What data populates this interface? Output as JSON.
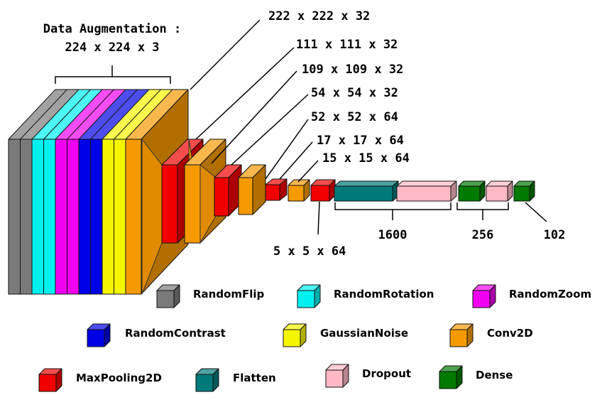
{
  "input": {
    "title": "Data Augmentation :",
    "dims": "224 x 224 x 3"
  },
  "shape_labels": [
    "222 x 222 x 32",
    "111 x 111 x 32",
    "109 x 109 x 32",
    "54 x 54 x 32",
    "52 x 52 x 64",
    "17 x 17 x 64",
    "15 x 15 x 64",
    "5 x 5 x 64"
  ],
  "dense_labels": [
    "1600",
    "256",
    "102"
  ],
  "colors": {
    "RandomFlip": "#7a7a7a",
    "RandomRotation": "#00f0f0",
    "RandomZoom": "#f000f0",
    "RandomContrast": "#0000e6",
    "GaussianNoise": "#f5f500",
    "Conv2D": "#f59a00",
    "MaxPooling2D": "#f00000",
    "Flatten": "#007a7a",
    "Dropout": "#ffb9c6",
    "Dense": "#007a00"
  },
  "legend": [
    {
      "label": "RandomFlip",
      "color_key": "RandomFlip"
    },
    {
      "label": "RandomRotation",
      "color_key": "RandomRotation"
    },
    {
      "label": "RandomZoom",
      "color_key": "RandomZoom"
    },
    {
      "label": "RandomContrast",
      "color_key": "RandomContrast"
    },
    {
      "label": "GaussianNoise",
      "color_key": "GaussianNoise"
    },
    {
      "label": "Conv2D",
      "color_key": "Conv2D"
    },
    {
      "label": "MaxPooling2D",
      "color_key": "MaxPooling2D"
    },
    {
      "label": "Flatten",
      "color_key": "Flatten"
    },
    {
      "label": "Dropout",
      "color_key": "Dropout"
    },
    {
      "label": "Dense",
      "color_key": "Dense"
    }
  ]
}
